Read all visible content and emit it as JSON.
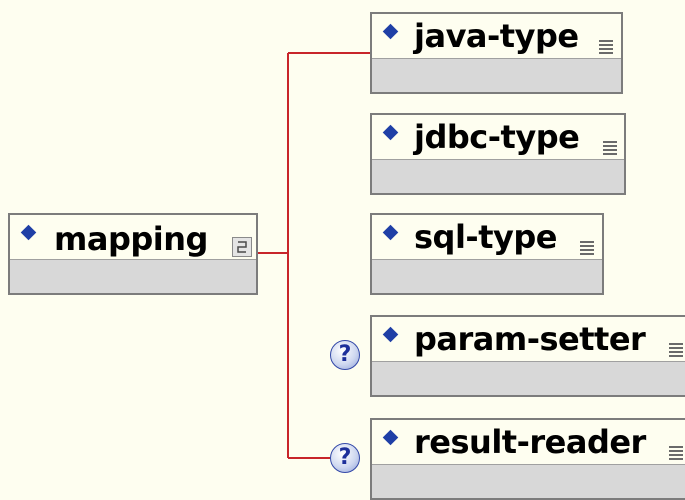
{
  "diagram": {
    "root": {
      "label": "mapping",
      "icon": "sequence-icon"
    },
    "children": [
      {
        "label": "java-type",
        "optional": false,
        "icon": "list-icon"
      },
      {
        "label": "jdbc-type",
        "optional": false,
        "icon": "list-icon"
      },
      {
        "label": "sql-type",
        "optional": false,
        "icon": "list-icon"
      },
      {
        "label": "param-setter",
        "optional": true,
        "optional_symbol": "?",
        "icon": "list-icon"
      },
      {
        "label": "result-reader",
        "optional": true,
        "optional_symbol": "?",
        "icon": "list-icon"
      }
    ],
    "colors": {
      "background": "#fefef0",
      "connector": "#c8252a",
      "diamond": "#1f3fa6",
      "node_border": "#7c7c7c",
      "node_footer": "#d8d8d8"
    }
  }
}
